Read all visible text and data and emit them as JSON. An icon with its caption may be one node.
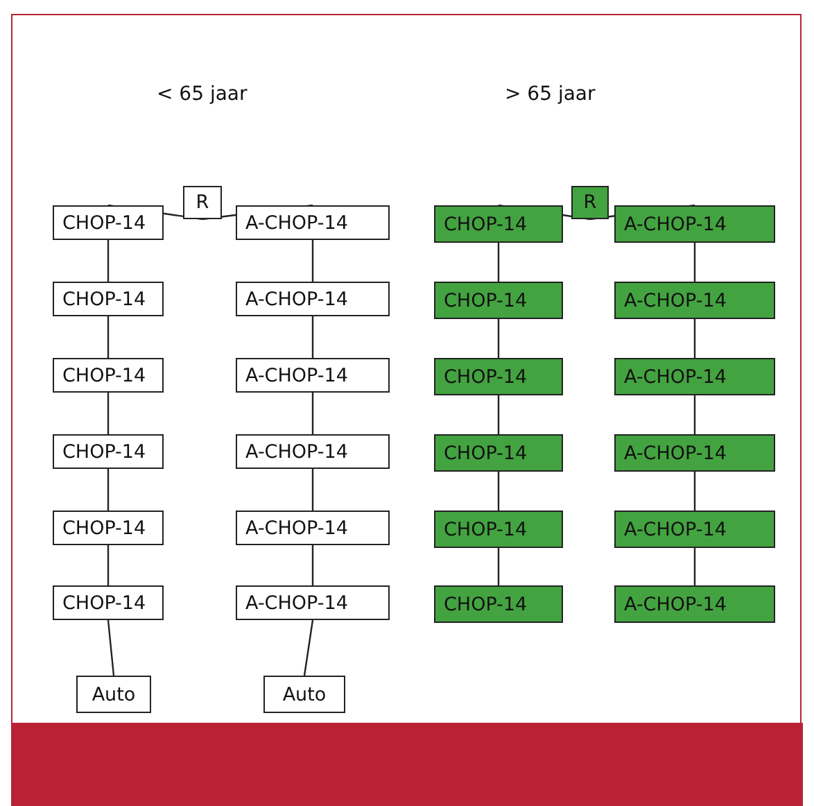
{
  "diagram": {
    "nodes": [
      {
        "text": [
          "R"
        ]
      },
      {
        "text": [
          "CHOP-14"
        ]
      },
      {
        "text": [
          "CHOP-14"
        ]
      },
      {
        "text": [
          "CHOP-14"
        ]
      },
      {
        "text": [
          "CHOP-14"
        ]
      },
      {
        "text": [
          "CHOP-14"
        ]
      },
      {
        "text": [
          "CHOP-14"
        ]
      },
      {
        "text": [
          "Auto"
        ]
      },
      {
        "text": [
          "A-CHOP-14"
        ]
      },
      {
        "text": [
          "A-CHOP-14"
        ]
      },
      {
        "text": [
          "A-CHOP-14"
        ]
      },
      {
        "text": [
          "A-CHOP-14"
        ]
      },
      {
        "text": [
          "A-CHOP-14"
        ]
      },
      {
        "text": [
          "A-CHOP-14"
        ]
      },
      {
        "text": [
          "Auto"
        ]
      },
      {
        "text": [
          "R"
        ]
      },
      {
        "text": [
          "CHOP-14"
        ]
      },
      {
        "text": [
          "CHOP-14"
        ]
      },
      {
        "text": [
          "CHOP-14"
        ]
      },
      {
        "text": [
          "CHOP-14"
        ]
      },
      {
        "text": [
          "CHOP-14"
        ]
      },
      {
        "text": [
          "CHOP-14"
        ]
      },
      {
        "text": [
          "A-CHOP-14"
        ]
      },
      {
        "text": [
          "A-CHOP-14"
        ]
      },
      {
        "text": [
          "A-CHOP-14"
        ]
      },
      {
        "text": [
          "A-CHOP-14"
        ]
      },
      {
        "text": [
          "A-CHOP-14"
        ]
      },
      {
        "text": [
          "A-CHOP-14"
        ]
      }
    ],
    "edges": [
      {
        "from": 0,
        "to": 1,
        "arrow": "none"
      },
      {
        "from": 0,
        "to": 8,
        "arrow": "none"
      },
      {
        "from": 1,
        "to": 2,
        "arrow": "none"
      },
      {
        "from": 2,
        "to": 3,
        "arrow": "none"
      },
      {
        "from": 3,
        "to": 4,
        "arrow": "none"
      },
      {
        "from": 4,
        "to": 5,
        "arrow": "none"
      },
      {
        "from": 5,
        "to": 6,
        "arrow": "none"
      },
      {
        "from": 6,
        "to": 7,
        "arrow": "none"
      },
      {
        "from": 8,
        "to": 9,
        "arrow": "none"
      },
      {
        "from": 9,
        "to": 10,
        "arrow": "none"
      },
      {
        "from": 10,
        "to": 11,
        "arrow": "none"
      },
      {
        "from": 11,
        "to": 12,
        "arrow": "none"
      },
      {
        "from": 12,
        "to": 13,
        "arrow": "none"
      },
      {
        "from": 13,
        "to": 14,
        "arrow": "none"
      },
      {
        "from": 15,
        "to": 16,
        "arrow": "none"
      },
      {
        "from": 15,
        "to": 22,
        "arrow": "none"
      },
      {
        "from": 16,
        "to": 17,
        "arrow": "none"
      },
      {
        "from": 17,
        "to": 18,
        "arrow": "none"
      },
      {
        "from": 18,
        "to": 19,
        "arrow": "none"
      },
      {
        "from": 19,
        "to": 20,
        "arrow": "none"
      },
      {
        "from": 20,
        "to": 21,
        "arrow": "none"
      },
      {
        "from": 22,
        "to": 23,
        "arrow": "none"
      },
      {
        "from": 23,
        "to": 24,
        "arrow": "none"
      },
      {
        "from": 24,
        "to": 25,
        "arrow": "none"
      },
      {
        "from": 25,
        "to": 26,
        "arrow": "none"
      },
      {
        "from": 26,
        "to": 27,
        "arrow": "none"
      }
    ],
    "labels": [
      "< 65 jaar",
      "> 65 jaar"
    ]
  }
}
